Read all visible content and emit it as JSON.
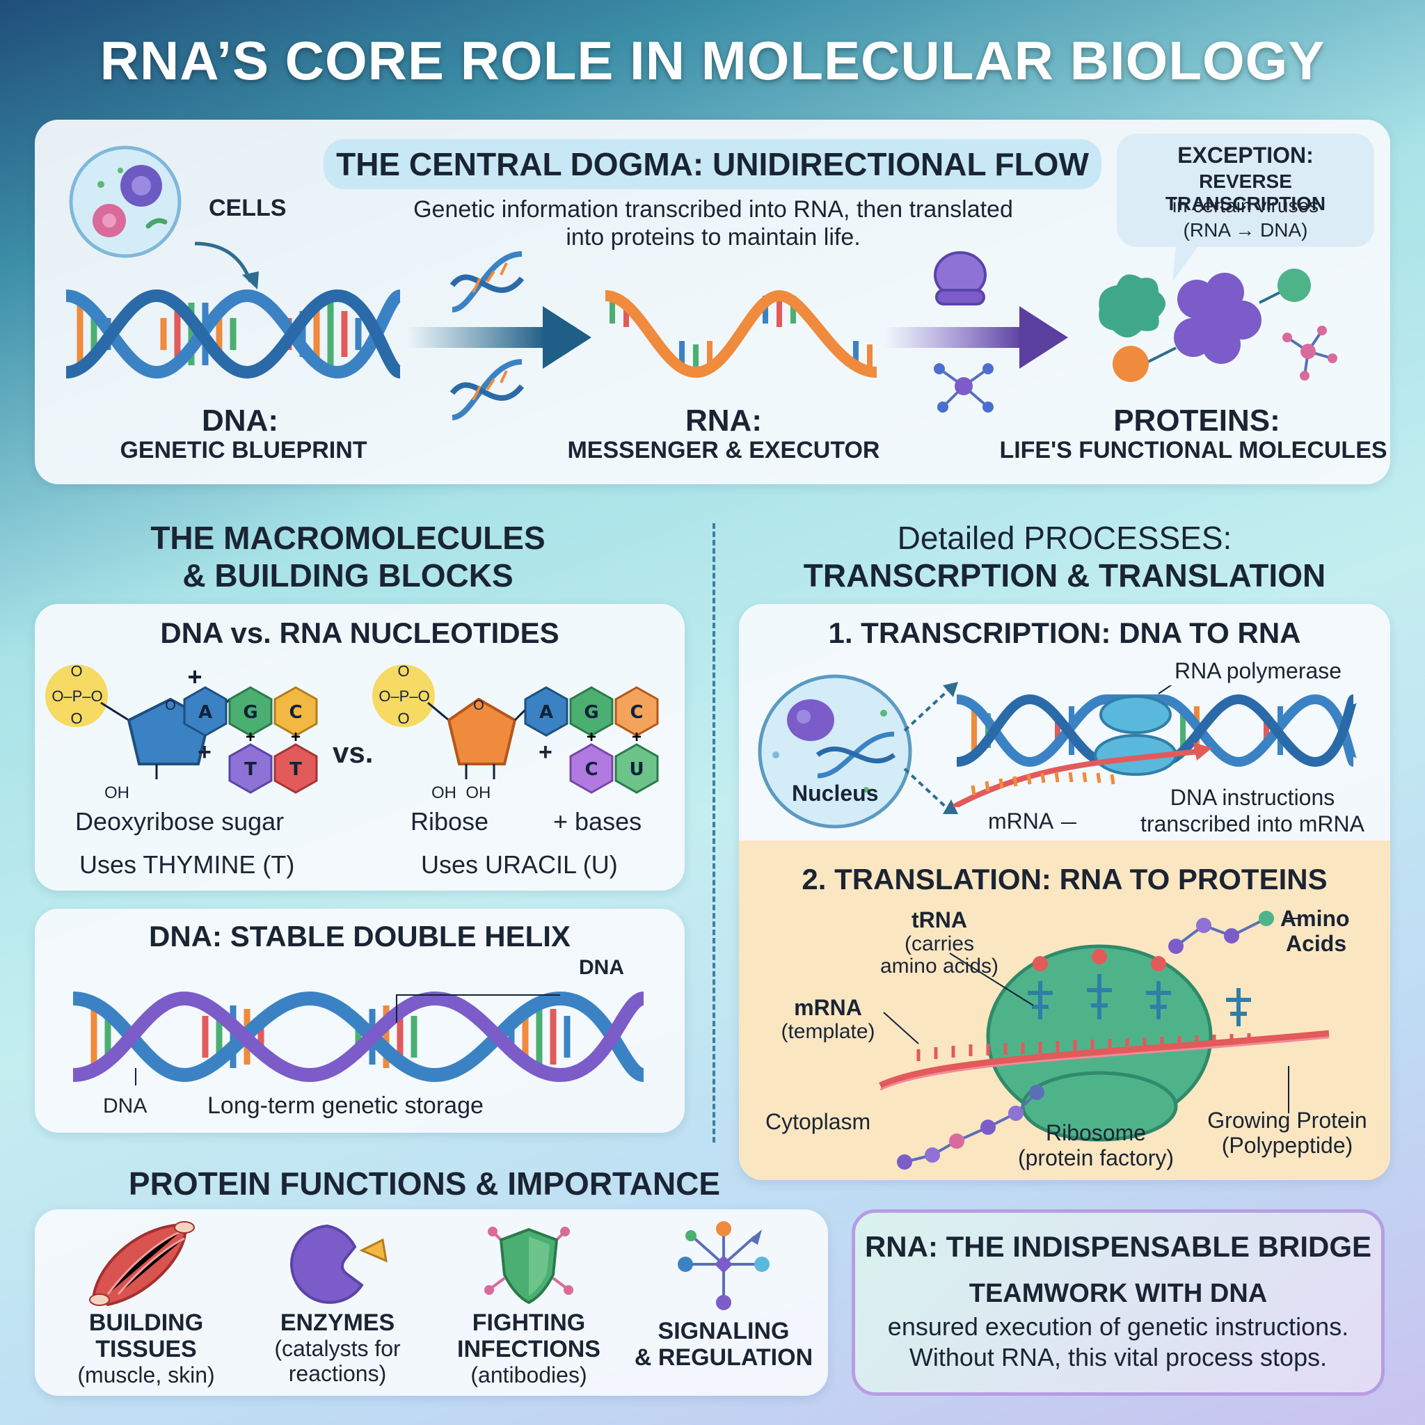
{
  "title": "RNA’S CORE ROLE IN MOLECULAR BIOLOGY",
  "central": {
    "banner": "THE CENTRAL DOGMA: UNIDIRECTIONAL FLOW",
    "description_1": "Genetic information transcribed into RNA, then translated",
    "description_2": "into proteins to maintain life.",
    "cells_label": "CELLS",
    "exception_title": "EXCEPTION:",
    "exception_line1": "REVERSE TRANSCRIPTION",
    "exception_line2": "in certain viruses",
    "exception_line3": "(RNA → DNA)",
    "dna_title": "DNA:",
    "dna_sub": "GENETIC BLUEPRINT",
    "rna_title": "RNA:",
    "rna_sub": "MESSENGER & EXECUTOR",
    "proteins_title": "PROTEINS:",
    "proteins_sub": "LIFE'S FUNCTIONAL MOLECULES"
  },
  "macro": {
    "heading_1": "THE MACROMOLECULES",
    "heading_2": "& BUILDING BLOCKS",
    "nucleotides_title": "DNA vs. RNA NUCLEOTIDES",
    "phosphate": "O–P–O",
    "oh": "OH",
    "oh_pair": "OH  OH",
    "vs": "vs.",
    "plus": "+",
    "dna_bases_top": [
      "A",
      "G",
      "C"
    ],
    "dna_bases_bottom": [
      "T",
      "T"
    ],
    "rna_bases_top": [
      "A",
      "G",
      "C"
    ],
    "rna_bases_bottom": [
      "C",
      "U"
    ],
    "deoxyribose": "Deoxyribose sugar",
    "ribose": "Ribose",
    "plus_bases": "+ bases",
    "uses_thymine": "Uses THYMINE (T)",
    "uses_uracil": "Uses URACIL (U)",
    "helix_title": "DNA: STABLE DOUBLE HELIX",
    "helix_label_dna": "DNA",
    "helix_label_dna2": "DNA",
    "helix_caption": "Long-term genetic storage"
  },
  "processes": {
    "heading_1": "Detailed PROCESSES:",
    "heading_2": "TRANSCRPTION & TRANSLATION",
    "transcription_title": "1. TRANSCRIPTION: DNA TO RNA",
    "rna_polymerase": "RNA polymerase",
    "nucleus": "Nucleus",
    "mrna": "mRNA",
    "dna_instructions_1": "DNA instructions",
    "dna_instructions_2": "transcribed into mRNA",
    "translation_title": "2. TRANSLATION: RNA TO PROTEINS",
    "trna_1": "tRNA",
    "trna_2": "(carries",
    "trna_3": "amino acids)",
    "amino_1": "Amino",
    "amino_2": "Acids",
    "mrna_template_1": "mRNA",
    "mrna_template_2": "(template)",
    "cytoplasm": "Cytoplasm",
    "ribosome_1": "Ribosome",
    "ribosome_2": "(protein factory)",
    "growing_1": "Growing Protein",
    "growing_2": "(Polypeptide)"
  },
  "functions": {
    "heading": "PROTEIN FUNCTIONS & IMPORTANCE",
    "building_1": "BUILDING",
    "building_2": "TISSUES",
    "building_3": "(muscle, skin)",
    "enzymes_1": "ENZYMES",
    "enzymes_2": "(catalysts for",
    "enzymes_3": "reactions)",
    "fighting_1": "FIGHTING",
    "fighting_2": "INFECTIONS",
    "fighting_3": "(antibodies)",
    "signaling_1": "SIGNALING",
    "signaling_2": "& REGULATION"
  },
  "bridge": {
    "title": "RNA: THE INDISPENSABLE BRIDGE",
    "subtitle": "TEAMWORK WITH DNA",
    "line1": "ensured execution of genetic instructions.",
    "line2": "Without RNA, this vital process stops."
  },
  "colors": {
    "dna_blue": "#3b82c4",
    "rna_orange": "#f08a3c",
    "protein_purple": "#7b5cc9",
    "ribosome_green": "#4fb38a",
    "translation_bg": "#fbe6c2"
  }
}
